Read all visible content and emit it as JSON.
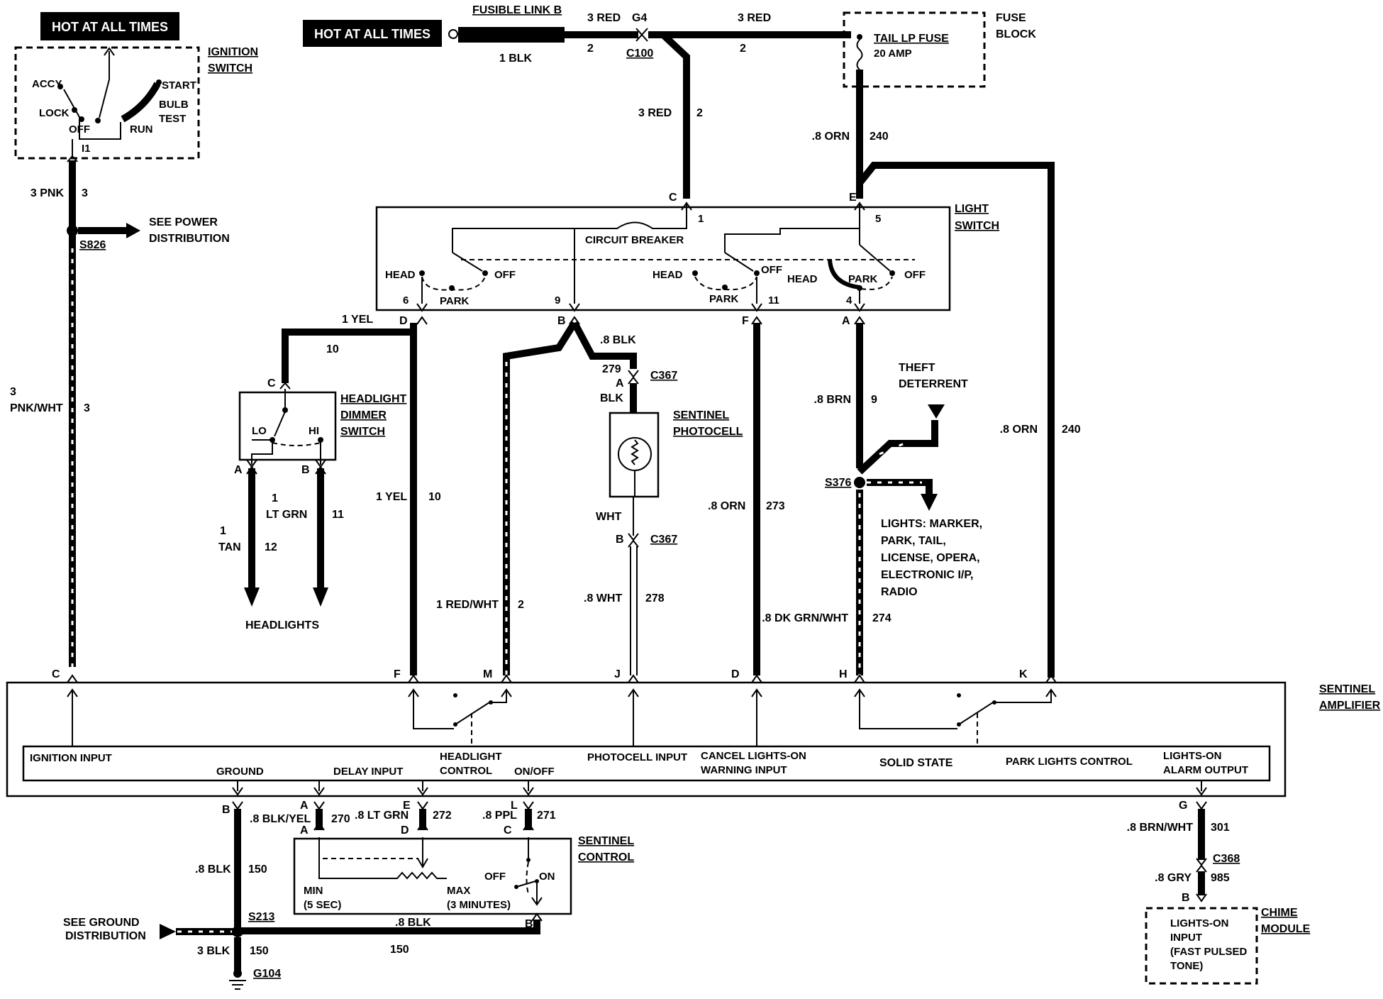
{
  "ignition": {
    "hot_at_all_times": "HOT AT ALL TIMES",
    "title_line1": "IGNITION",
    "title_line2": "SWITCH",
    "accy": "ACCY",
    "lock": "LOCK",
    "off": "OFF",
    "run": "RUN",
    "start": "START",
    "bulb": "BULB",
    "test": "TEST",
    "terminal": "I1"
  },
  "fusible": {
    "hot_at_all_times": "HOT AT ALL TIMES",
    "link_label": "FUSIBLE LINK B",
    "wire_blk": "1 BLK",
    "wire_3red_a": "3 RED",
    "g4": "G4",
    "circuit_2a": "2",
    "c100": "C100",
    "wire_3red_b": "3 RED",
    "circuit_2b": "2",
    "wire_3red_c": "3 RED",
    "circuit_2c": "2"
  },
  "fuse_block": {
    "title_line1": "FUSE",
    "title_line2": "BLOCK",
    "fuse_name": "TAIL LP FUSE",
    "fuse_amp": "20 AMP",
    "wire_orn": ".8 ORN",
    "circuit_240": "240"
  },
  "left_circuit": {
    "wire_3pnk": "3 PNK",
    "circuit_3": "3",
    "see_power_1": "SEE POWER",
    "see_power_2": "DISTRIBUTION",
    "s826": "S826",
    "wire_3": "3",
    "wire_pnkwht": "PNK/WHT",
    "circuit_3b": "3"
  },
  "light_switch": {
    "title_line1": "LIGHT",
    "title_line2": "SWITCH",
    "conn_c": "C",
    "conn_e": "E",
    "pin_1": "1",
    "pin_5": "5",
    "circuit_breaker": "CIRCUIT BREAKER",
    "head_1": "HEAD",
    "off_1": "OFF",
    "park_1": "PARK",
    "head_2": "HEAD",
    "park_2": "PARK",
    "off_2": "OFF",
    "head_3": "HEAD",
    "park_3": "PARK",
    "off_3": "OFF",
    "pin_6": "6",
    "pin_9": "9",
    "pin_11": "11",
    "pin_4": "4",
    "conn_d": "D",
    "conn_b": "B",
    "conn_f": "F",
    "conn_a": "A"
  },
  "dimmer": {
    "wire_yel": "1 YEL",
    "circuit_10": "10",
    "conn_c": "C",
    "title_line1": "HEADLIGHT",
    "title_line2": "DIMMER",
    "title_line3": "SWITCH",
    "lo": "LO",
    "hi": "HI",
    "conn_a": "A",
    "conn_b": "B",
    "wire_1a": "1",
    "wire_ltgrn": "LT GRN",
    "circuit_11": "11",
    "wire_1b": "1",
    "wire_tan": "TAN",
    "circuit_12": "12",
    "headlights": "HEADLIGHTS"
  },
  "middle": {
    "wire_yel_f": "1 YEL",
    "circuit_10_f": "10",
    "wire_redwht": "1 RED/WHT",
    "circuit_2": "2",
    "wire_blk": ".8 BLK",
    "circuit_279": "279",
    "conn_a": "A",
    "blk": "BLK",
    "c367a": "C367",
    "photocell_1": "SENTINEL",
    "photocell_2": "PHOTOCELL",
    "wht": "WHT",
    "conn_b": "B",
    "c367b": "C367",
    "wire_8wht": ".8 WHT",
    "circuit_278": "278",
    "wire_orn": ".8 ORN",
    "circuit_273": "273"
  },
  "right_side": {
    "wire_brn": ".8 BRN",
    "circuit_9": "9",
    "theft_1": "THEFT",
    "theft_2": "DETERRENT",
    "s376": "S376",
    "lights_1": "LIGHTS: MARKER,",
    "lights_2": "PARK, TAIL,",
    "lights_3": "LICENSE, OPERA,",
    "lights_4": "ELECTRONIC I/P,",
    "lights_5": "RADIO",
    "wire_dkgrn": ".8 DK GRN/WHT",
    "circuit_274": "274",
    "wire_orn": ".8 ORN",
    "circuit_240": "240"
  },
  "amplifier": {
    "title_line1": "SENTINEL",
    "title_line2": "AMPLIFIER",
    "conn_c": "C",
    "conn_f": "F",
    "conn_m": "M",
    "conn_j": "J",
    "conn_d": "D",
    "conn_h": "H",
    "conn_k": "K",
    "ignition_input": "IGNITION INPUT",
    "ground": "GROUND",
    "delay_input": "DELAY INPUT",
    "headlight_control_1": "HEADLIGHT",
    "headlight_control_2": "CONTROL",
    "onoff": "ON/OFF",
    "photocell_input": "PHOTOCELL INPUT",
    "cancel_1": "CANCEL LIGHTS-ON",
    "cancel_2": "WARNING INPUT",
    "solid_state": "SOLID STATE",
    "park_lights": "PARK LIGHTS CONTROL",
    "alarm_1": "LIGHTS-ON",
    "alarm_2": "ALARM OUTPUT"
  },
  "bottom": {
    "conn_b": "B",
    "wire_blkyel": ".8 BLK/YEL",
    "conn_a_top": "A",
    "conn_a_bot": "A",
    "circuit_270": "270",
    "wire_ltgrn": ".8 LT GRN",
    "conn_e": "E",
    "conn_d": "D",
    "circuit_272": "272",
    "wire_ppl": ".8 PPL",
    "conn_l": "L",
    "conn_c": "C",
    "circuit_271": "271",
    "control_1": "SENTINEL",
    "control_2": "CONTROL",
    "min": "MIN",
    "min_sec": "(5 SEC)",
    "max": "MAX",
    "max_min": "(3 MINUTES)",
    "off": "OFF",
    "on": "ON",
    "wire_blk": ".8 BLK",
    "circuit_150": "150",
    "see_ground_1": "SEE GROUND",
    "see_ground_2": "DISTRIBUTION",
    "s213": "S213",
    "wire_blk_bus": ".8 BLK",
    "conn_b2": "B",
    "circuit_150_bus": "150",
    "wire_3blk": "3 BLK",
    "circuit_150_g": "150",
    "g104": "G104"
  },
  "chime": {
    "conn_g": "G",
    "wire_brnwht": ".8 BRN/WHT",
    "circuit_301": "301",
    "c368": "C368",
    "wire_gry": ".8 GRY",
    "circuit_985": "985",
    "conn_b": "B",
    "title_line1": "CHIME",
    "title_line2": "MODULE",
    "input_1": "LIGHTS-ON",
    "input_2": "INPUT",
    "input_3": "(FAST PULSED",
    "input_4": "TONE)"
  }
}
